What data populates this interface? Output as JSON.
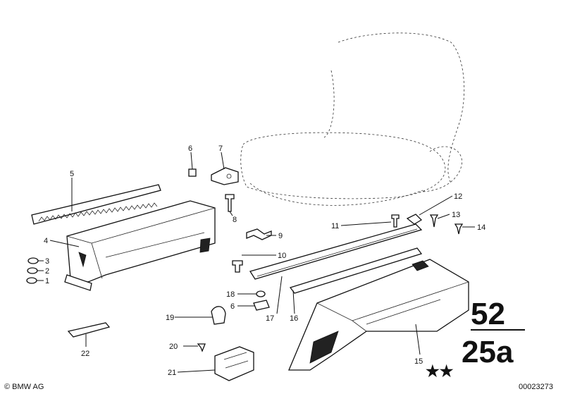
{
  "labels": {
    "p1": "1",
    "p2": "2",
    "p3": "3",
    "p4": "4",
    "p5": "5",
    "p6a": "6",
    "p6b": "6",
    "p7": "7",
    "p8": "8",
    "p9": "9",
    "p10": "10",
    "p11": "11",
    "p12": "12",
    "p13": "13",
    "p14": "14",
    "p15": "15",
    "p16": "16",
    "p17": "17",
    "p18": "18",
    "p19": "19",
    "p20": "20",
    "p21": "21",
    "p22": "22"
  },
  "group": {
    "main": "52",
    "sub": "25a",
    "stars": "★★"
  },
  "footer": {
    "copyright": "© BMW AG",
    "code": "00023273"
  }
}
